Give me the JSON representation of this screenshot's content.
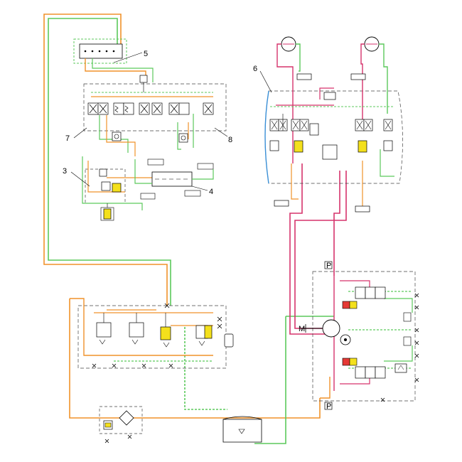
{
  "diagram": {
    "type": "hydraulic-schematic",
    "colors": {
      "pressure_line": "#f0922a",
      "return_line": "#5cc95c",
      "pilot_dashed": "#5cc95c",
      "motor_line": "#d6336c",
      "valve_body": "#ffffff",
      "solenoid_yellow": "#f4e01c",
      "solenoid_red": "#e53935",
      "outline": "#000000",
      "boundary_dashed": "#444444"
    },
    "callouts": {
      "c3": "3",
      "c4": "4",
      "c5": "5",
      "c6": "6",
      "c7": "7",
      "c8": "8"
    },
    "ports": {
      "p_top": "P",
      "p_bottom": "P"
    },
    "motor_label": "M",
    "components": [
      {
        "id": "manifold-5",
        "callout": "5"
      },
      {
        "id": "valve-bank-7-8",
        "callout": "7/8"
      },
      {
        "id": "pilot-block-3",
        "callout": "3"
      },
      {
        "id": "pilot-block-4",
        "callout": "4"
      },
      {
        "id": "motor-circuit-6",
        "callout": "6"
      },
      {
        "id": "main-valve-group"
      },
      {
        "id": "pump-motor-unit"
      },
      {
        "id": "filter-unit"
      },
      {
        "id": "tank"
      }
    ]
  }
}
